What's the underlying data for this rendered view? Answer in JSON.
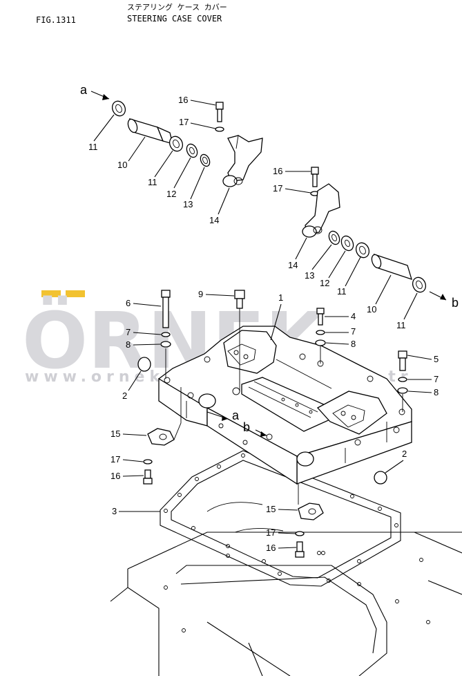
{
  "header": {
    "fig_number": "FIG.1311",
    "title_jp": "ステアリング ケース カバー",
    "title_en": "STEERING CASE COVER"
  },
  "watermark": {
    "brand": "ÖRNEK",
    "url": "www.orneksmakinalari.com.tr"
  },
  "callouts": {
    "top_left_assembly": [
      "16",
      "17",
      "11",
      "10",
      "11",
      "12",
      "13",
      "14"
    ],
    "top_right_assembly": [
      "16",
      "17",
      "14",
      "13",
      "12",
      "11",
      "10",
      "11"
    ],
    "cover_left": [
      "9",
      "6",
      "7",
      "8",
      "2",
      "1"
    ],
    "cover_right": [
      "4",
      "7",
      "8",
      "5",
      "7",
      "8",
      "2"
    ],
    "lower": [
      "15",
      "17",
      "16",
      "3",
      "15",
      "17",
      "16"
    ]
  },
  "view_arrows": {
    "a": "a",
    "b": "b"
  },
  "colors": {
    "ink": "#000000",
    "watermark": "#d8d8dc",
    "watermark_accent": "#f2c230"
  }
}
